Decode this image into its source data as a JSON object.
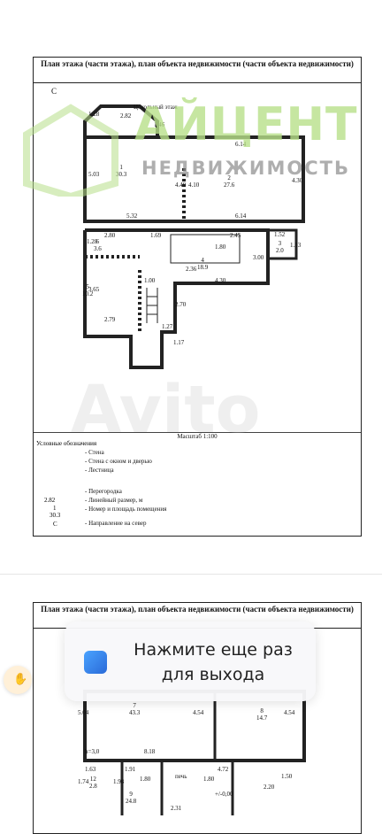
{
  "sheet1": {
    "title": "План этажа (части этажа), план объекта недвижимости (части объекта недвижимости)",
    "floor_label": "Цокольный этаж",
    "north_label": "С",
    "rooms": [
      {
        "num": "1",
        "area": "30.3"
      },
      {
        "num": "2",
        "area": "27.6"
      },
      {
        "num": "3",
        "area": "2.0"
      },
      {
        "num": "4",
        "area": "18.9"
      },
      {
        "num": "5",
        "area": "10.2"
      },
      {
        "num": "6",
        "area": "3.6"
      }
    ],
    "dims": [
      "1.28",
      "2.82",
      "1.46",
      "6.14",
      "5.03",
      "4.49",
      "4.10",
      "4.30",
      "5.32",
      "6.14",
      "2.80",
      "1.69",
      "2.45",
      "1.52",
      "1.28",
      "1.80",
      "1.33",
      "3.00",
      "2.36",
      "4.30",
      "1.00",
      "3.65",
      "2.70",
      "2.79",
      "1.27",
      "1.17"
    ],
    "scale": "Масштаб 1:100",
    "legend": {
      "title": "Условные обозначения",
      "items": [
        "- Стена",
        "- Стена с окном и дверью",
        "- Лестница",
        "- Перегородка",
        "- Линейный размер, м",
        "- Номер и площадь помещения",
        "- Направление на север"
      ],
      "sample_dim": "2.82",
      "sample_num": "1",
      "sample_area": "30.3",
      "sample_north": "С"
    }
  },
  "watermark": {
    "brand_main": "АЙЦЕНТ",
    "brand_sub": "НЕДВИЖИМОСТЬ",
    "brand_color": "#b8e08a",
    "avito": "Avito"
  },
  "sheet2": {
    "title": "План этажа (части этажа), план объекта недвижимости (части объекта недвижимости)",
    "rooms": [
      {
        "num": "7",
        "area": "43.3"
      },
      {
        "num": "8",
        "area": "14.7"
      },
      {
        "num": "12",
        "area": "2.8"
      },
      {
        "num": "9",
        "area": "24.8"
      }
    ],
    "labels": [
      "5.04",
      "4.54",
      "4.54",
      "h=3,0",
      "8.18",
      "1.63",
      "1.74",
      "1.91",
      "1.98",
      "1.80",
      "печь",
      "1.80",
      "4.72",
      "1.50",
      "+/-0,00",
      "2.20",
      "2.31"
    ]
  },
  "toast": {
    "message": "Нажмите еще раз для выхода"
  }
}
